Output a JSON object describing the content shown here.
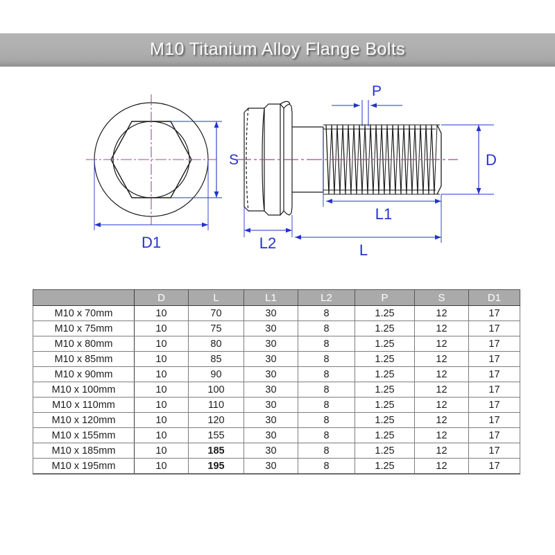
{
  "header": {
    "title": "M10 Titanium Alloy Flange Bolts",
    "band_color": "#aeaeae",
    "text_color": "#fdfdfd"
  },
  "drawing": {
    "line_color": "#1a1a1a",
    "dimension_color": "#2233cc",
    "centerline_color": "#9b4f8c",
    "front_view": {
      "labels": {
        "s": "S",
        "d1": "D1"
      },
      "shapes": [
        "flange-outer-circle",
        "head-inner-circle",
        "hex-head-outline",
        "vertical-centerline",
        "horizontal-centerline"
      ]
    },
    "side_view": {
      "labels": {
        "p": "P",
        "d": "D",
        "l1": "L1",
        "l2": "L2",
        "l": "L"
      },
      "shapes": [
        "hex-head-profile",
        "flange-disc",
        "unthreaded-shank",
        "threaded-shank",
        "axis-centerline"
      ]
    }
  },
  "table": {
    "columns": [
      "",
      "D",
      "L",
      "L1",
      "L2",
      "P",
      "S",
      "D1"
    ],
    "rows": [
      {
        "name": "M10 x 70mm",
        "D": "10",
        "L": "70",
        "L1": "30",
        "L2": "8",
        "P": "1.25",
        "S": "12",
        "D1": "17",
        "bold": false
      },
      {
        "name": "M10 x 75mm",
        "D": "10",
        "L": "75",
        "L1": "30",
        "L2": "8",
        "P": "1.25",
        "S": "12",
        "D1": "17",
        "bold": false
      },
      {
        "name": "M10 x 80mm",
        "D": "10",
        "L": "80",
        "L1": "30",
        "L2": "8",
        "P": "1.25",
        "S": "12",
        "D1": "17",
        "bold": false
      },
      {
        "name": "M10 x 85mm",
        "D": "10",
        "L": "85",
        "L1": "30",
        "L2": "8",
        "P": "1.25",
        "S": "12",
        "D1": "17",
        "bold": false
      },
      {
        "name": "M10 x 90mm",
        "D": "10",
        "L": "90",
        "L1": "30",
        "L2": "8",
        "P": "1.25",
        "S": "12",
        "D1": "17",
        "bold": false
      },
      {
        "name": "M10 x 100mm",
        "D": "10",
        "L": "100",
        "L1": "30",
        "L2": "8",
        "P": "1.25",
        "S": "12",
        "D1": "17",
        "bold": false
      },
      {
        "name": "M10 x 110mm",
        "D": "10",
        "L": "110",
        "L1": "30",
        "L2": "8",
        "P": "1.25",
        "S": "12",
        "D1": "17",
        "bold": false
      },
      {
        "name": "M10 x 120mm",
        "D": "10",
        "L": "120",
        "L1": "30",
        "L2": "8",
        "P": "1.25",
        "S": "12",
        "D1": "17",
        "bold": false
      },
      {
        "name": "M10 x 155mm",
        "D": "10",
        "L": "155",
        "L1": "30",
        "L2": "8",
        "P": "1.25",
        "S": "12",
        "D1": "17",
        "bold": false
      },
      {
        "name": "M10 x 185mm",
        "D": "10",
        "L": "185",
        "L1": "30",
        "L2": "8",
        "P": "1.25",
        "S": "12",
        "D1": "17",
        "bold": true
      },
      {
        "name": "M10 x 195mm",
        "D": "10",
        "L": "195",
        "L1": "30",
        "L2": "8",
        "P": "1.25",
        "S": "12",
        "D1": "17",
        "bold": true
      }
    ]
  }
}
